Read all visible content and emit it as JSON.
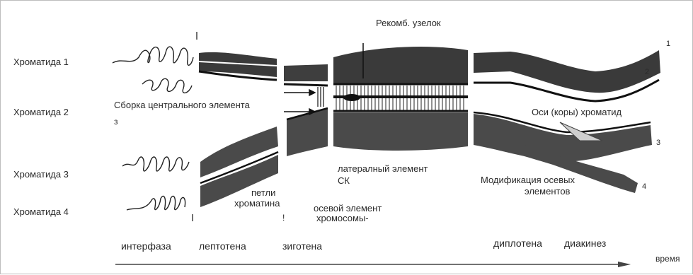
{
  "chromatids": {
    "c1": "Хроматида 1",
    "c2": "Хроматида 2",
    "c3": "Хроматида 3",
    "c4": "Хроматида 4"
  },
  "annotations": {
    "recomb_nodule": "Рекомб. узелок",
    "central_element_assembly": "Сборка центрального элемента",
    "central_element_suffix": "з",
    "lateral_element_line1": "латералный элемент",
    "lateral_element_line2": "СК",
    "loops_line1": "петли",
    "loops_line2": "хроматина",
    "axial_element_line1": "осевой элемент",
    "axial_element_line2": "хромосомы-",
    "chromatid_axes": "Оси (коры) хроматид",
    "axial_modification_line1": "Модификация осевых",
    "axial_modification_line2": "элементов"
  },
  "strand_numbers": [
    "1",
    "2",
    "3",
    "4"
  ],
  "stages": {
    "interphase": "интерфаза",
    "leptotene": "лептотена",
    "zygotene": "зиготена",
    "diplotene": "диплотена",
    "diakinesis": "диакинез"
  },
  "time_label": "время",
  "tick_marks": {
    "t1": "!",
    "t2": "!",
    "t3": "!"
  }
}
